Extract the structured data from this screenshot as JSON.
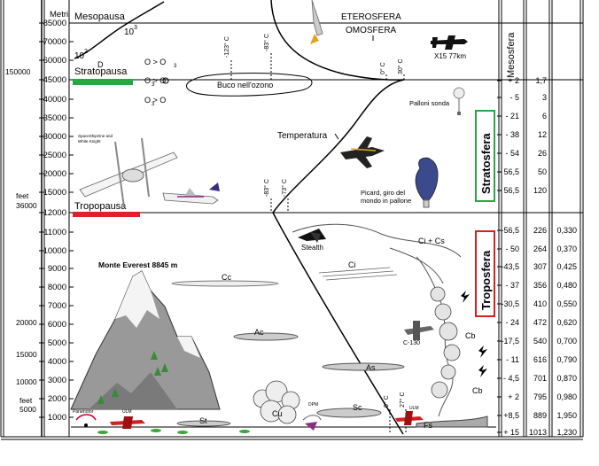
{
  "scale": {
    "unit_label": "Metri",
    "altitudes": [
      "85000",
      "70000",
      "60000",
      "45000",
      "40000",
      "35000",
      "30000",
      "25000",
      "20000",
      "15000",
      "12000",
      "11000",
      "10000",
      "9000",
      "8000",
      "7000",
      "6000",
      "5000",
      "4000",
      "3000",
      "2000",
      "1000"
    ],
    "feet_labels": [
      "150000",
      "feet",
      "36000",
      "20000",
      "15000",
      "10000",
      "feet",
      "5000"
    ]
  },
  "layers": {
    "mesopausa": "Mesopausa",
    "stratopausa": "Stratopausa",
    "tropopausa": "Tropopausa",
    "eterosfera": "ETEROSFERA",
    "omosfera": "OMOSFERA",
    "mesosfera": "Mesosfera",
    "stratosfera": "Stratosfera",
    "troposfera": "Troposfera"
  },
  "colors": {
    "stratopausa_bar": "#27a844",
    "tropopausa_bar": "#e0202a",
    "stratosfera_box": "#27a844",
    "troposfera_box": "#d82020"
  },
  "labels": {
    "power_100": "10",
    "power_100_exp": "2",
    "power_1000": "10",
    "power_1000_exp": "3",
    "ozone_D": "D",
    "ozone_eq1": "O > O",
    "ozone_eq1_sub": "3",
    "ozone_eq2": "O  > O",
    "ozone_eq2_sub": "3",
    "ozone_eq3": "O > O",
    "ozone_eq3_sub": "3",
    "buco_ozono": "Buco nell'ozono",
    "palloni_sonda": "Palloni sonda",
    "temperatura": "Temperatura",
    "x15": "X15  77km",
    "picard_1": "Picard, giro del",
    "picard_2": "mondo in pallone",
    "spaceship_1": "SpaceShipOne and",
    "spaceship_2": "White Knight",
    "everest": "Monte Everest 8845 m",
    "stealth": "Stealth",
    "c130": "C-130",
    "paramotor": "Paramotor",
    "ulm1": "ULM",
    "ulm2": "ULM",
    "dpm": "DPM",
    "temp_m123": "-123° C",
    "temp_m83a": "-83° C",
    "temp_0a": "0° C",
    "temp_30": "30° C",
    "temp_m83b": "-83° C",
    "temp_73": "-73° C",
    "temp_0b": "0° C",
    "temp_27": "27° C"
  },
  "clouds": {
    "ci_cs": "Ci + Cs",
    "ci": "Ci",
    "cc": "Cc",
    "ac": "Ac",
    "as": "As",
    "cb1": "Cb",
    "cb2": "Cb",
    "sc": "Sc",
    "cu": "Cu",
    "st": "St",
    "fs": "Fs"
  },
  "columns": {
    "rows": [
      {
        "t": "+ 2",
        "p": "1,7",
        "d": ""
      },
      {
        "t": "- 5",
        "p": "3",
        "d": ""
      },
      {
        "t": "- 21",
        "p": "6",
        "d": ""
      },
      {
        "t": "- 38",
        "p": "12",
        "d": ""
      },
      {
        "t": "- 54",
        "p": "26",
        "d": ""
      },
      {
        "t": "- 56,5",
        "p": "50",
        "d": ""
      },
      {
        "t": "- 56,5",
        "p": "120",
        "d": ""
      },
      {
        "t": "-56,5",
        "p": "226",
        "d": "0,330"
      },
      {
        "t": "- 50",
        "p": "264",
        "d": "0,370"
      },
      {
        "t": "-43,5",
        "p": "307",
        "d": "0,425"
      },
      {
        "t": "- 37",
        "p": "356",
        "d": "0,480"
      },
      {
        "t": "-30,5",
        "p": "410",
        "d": "0,550"
      },
      {
        "t": "- 24",
        "p": "472",
        "d": "0,620"
      },
      {
        "t": "-17,5",
        "p": "540",
        "d": "0,700"
      },
      {
        "t": "- 11",
        "p": "616",
        "d": "0,790"
      },
      {
        "t": "- 4,5",
        "p": "701",
        "d": "0,870"
      },
      {
        "t": "+ 2",
        "p": "795",
        "d": "0,980"
      },
      {
        "t": "+8,5",
        "p": "889",
        "d": "1,950"
      },
      {
        "t": "+ 15",
        "p": "1013",
        "d": "1,230"
      }
    ]
  }
}
